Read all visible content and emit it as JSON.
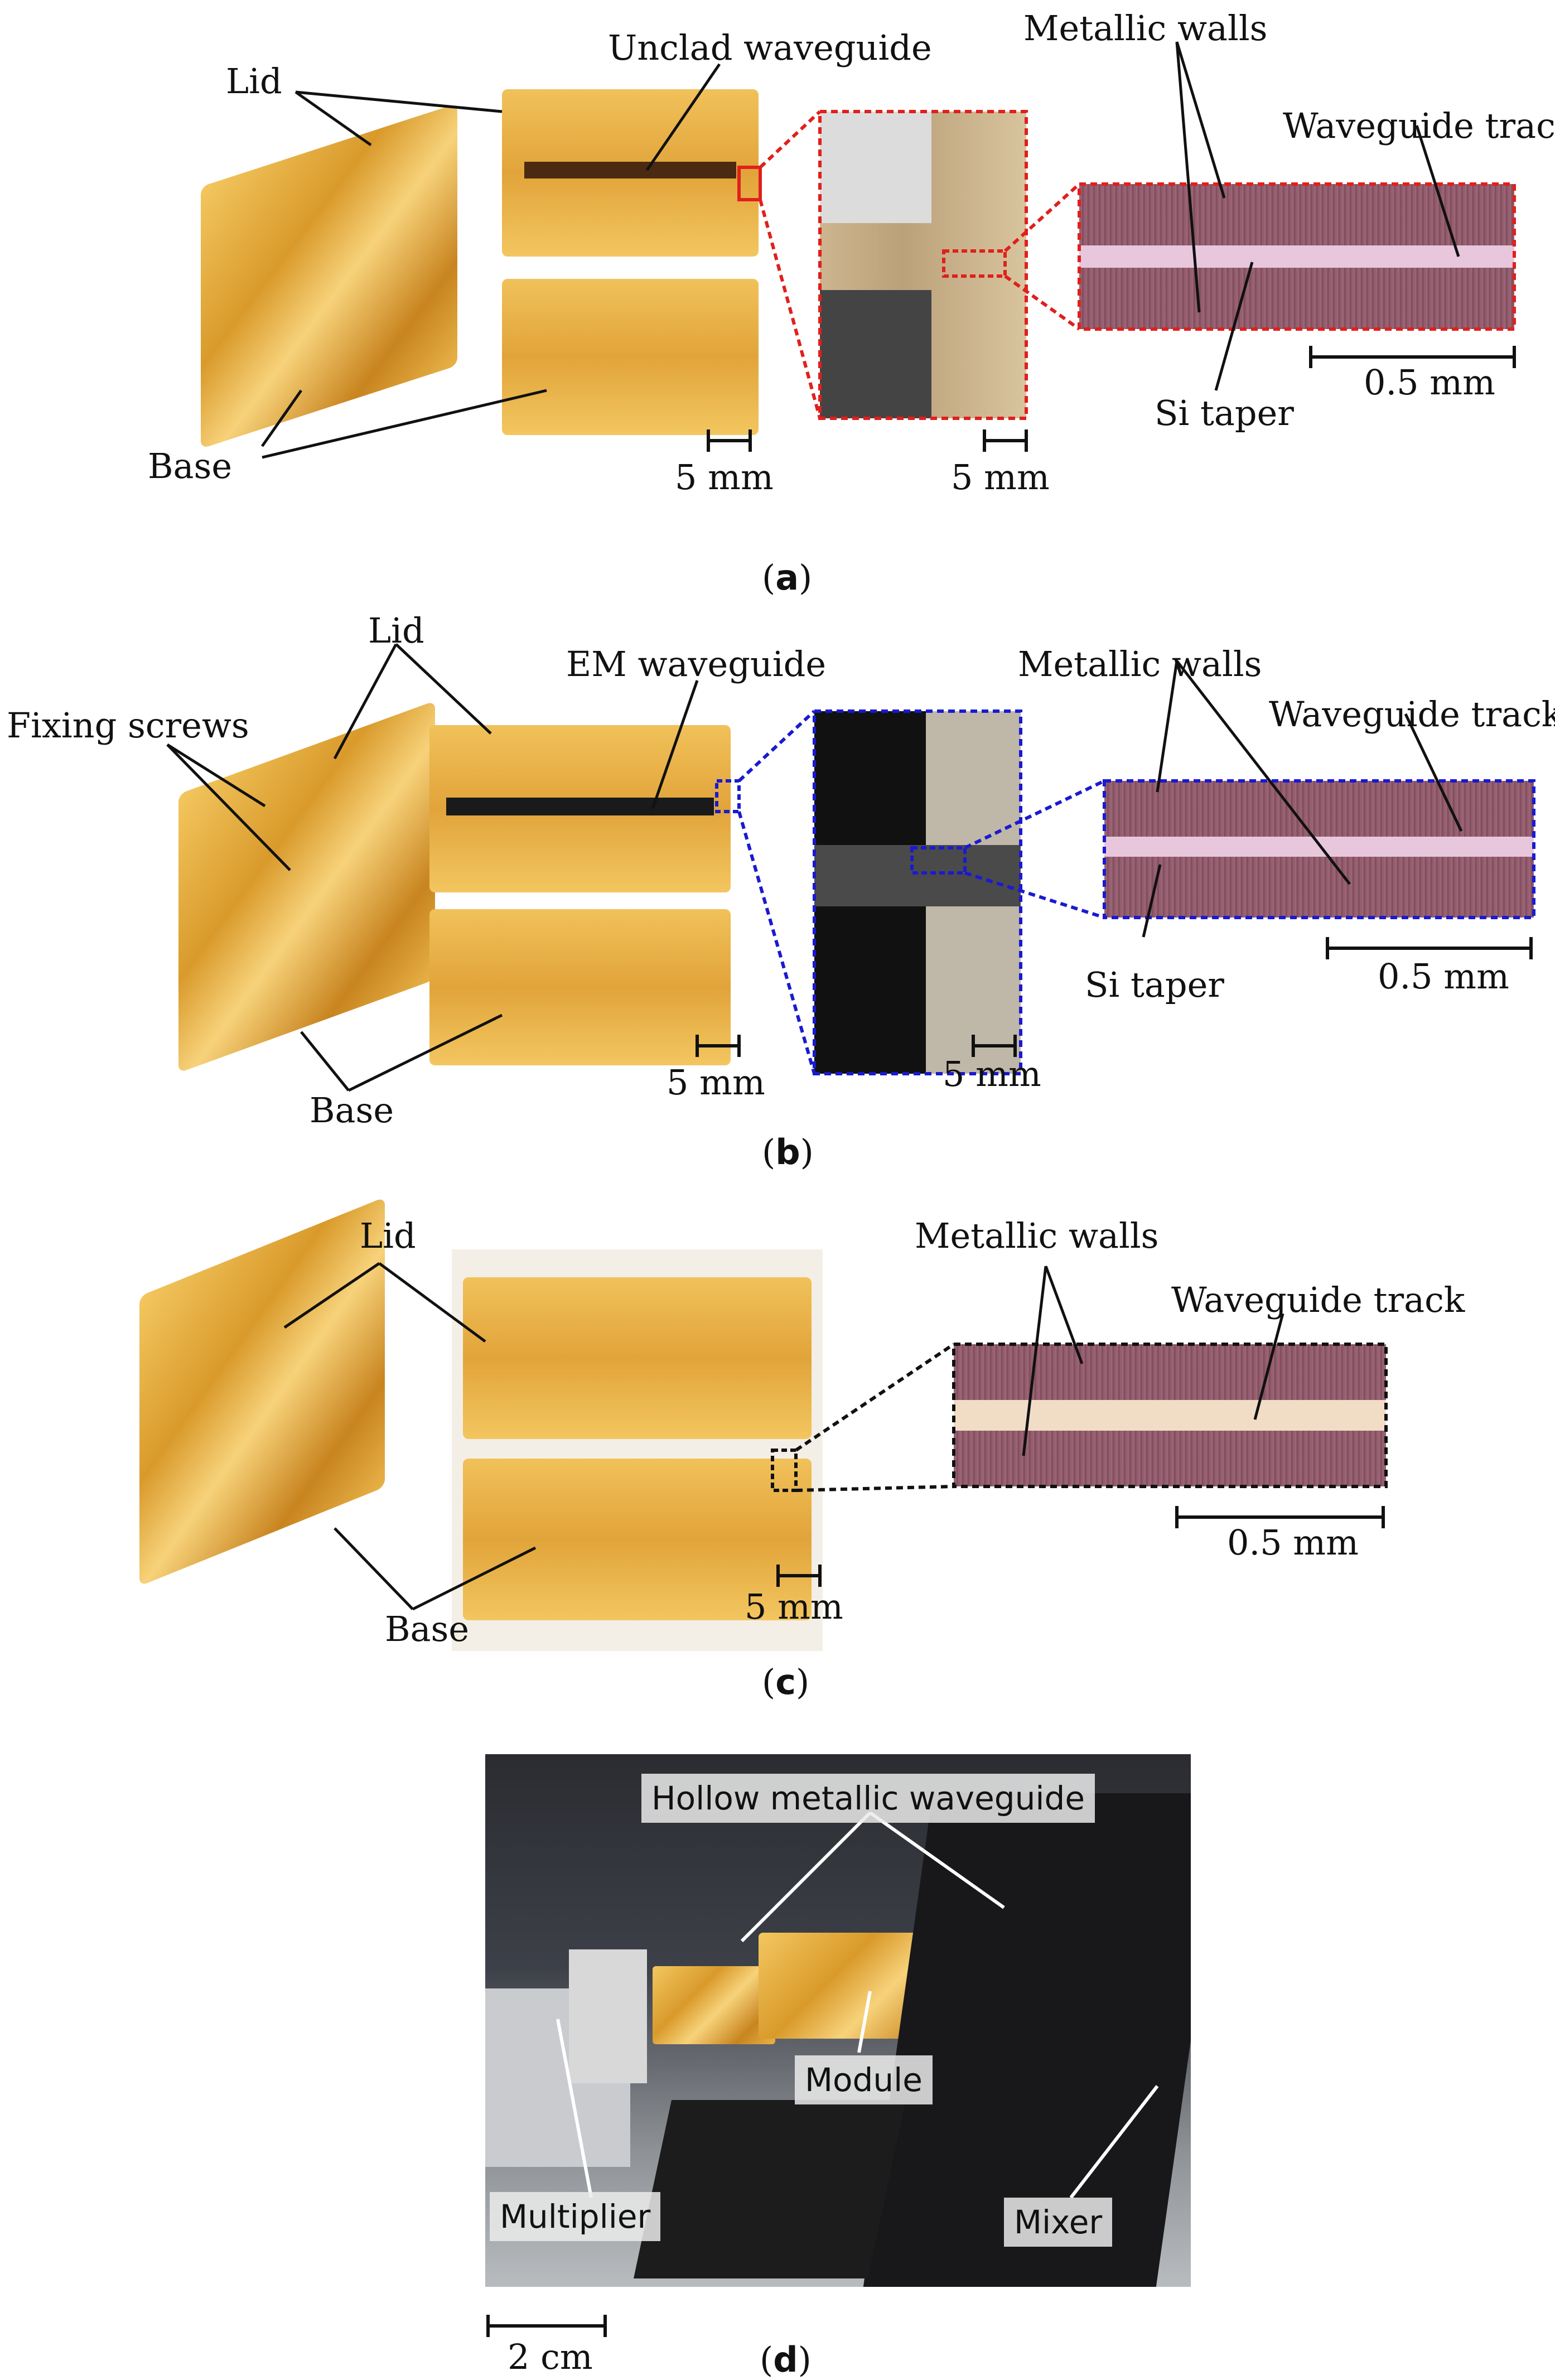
{
  "panels": {
    "a": {
      "caption_letter": "a",
      "labels": {
        "lid": "Lid",
        "base": "Base",
        "unclad_waveguide": "Unclad waveguide",
        "metallic_walls": "Metallic walls",
        "waveguide_track": "Waveguide track",
        "si_taper": "Si taper",
        "scale_5mm_1": "5 mm",
        "scale_5mm_2": "5 mm",
        "scale_05mm": "0.5 mm"
      }
    },
    "b": {
      "caption_letter": "b",
      "labels": {
        "lid": "Lid",
        "fixing_screws": "Fixing screws",
        "base": "Base",
        "em_waveguide": "EM waveguide",
        "metallic_walls": "Metallic walls",
        "waveguide_track": "Waveguide track",
        "si_taper": "Si taper",
        "scale_5mm_1": "5 mm",
        "scale_5mm_2": "5 mm",
        "scale_05mm": "0.5 mm"
      }
    },
    "c": {
      "caption_letter": "c",
      "labels": {
        "lid": "Lid",
        "base": "Base",
        "metallic_walls": "Metallic walls",
        "waveguide_track": "Waveguide track",
        "scale_5mm": "5 mm",
        "scale_05mm": "0.5 mm"
      }
    },
    "d": {
      "caption_letter": "d",
      "labels": {
        "hollow_metallic_waveguide": "Hollow metallic waveguide",
        "module": "Module",
        "multiplier": "Multiplier",
        "mixer": "Mixer",
        "scale_2cm": "2 cm"
      }
    }
  },
  "colors": {
    "zoom_a": "#e0201c",
    "zoom_b": "#1a1ad0",
    "zoom_c": "#111111"
  }
}
